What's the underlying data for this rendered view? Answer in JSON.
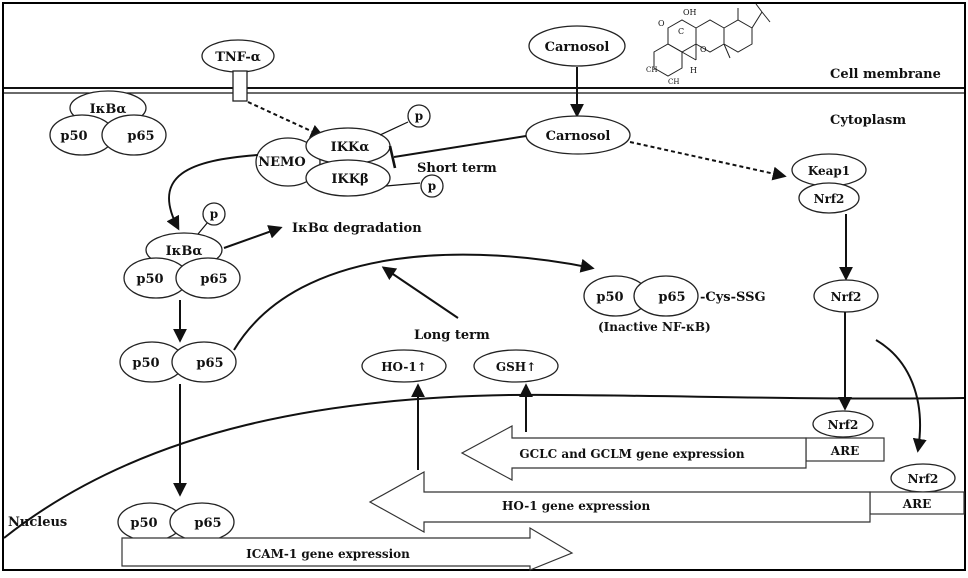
{
  "labels": {
    "tnf": "TNF-α",
    "carnosol_outside": "Carnosol",
    "carnosol_inside": "Carnosol",
    "cell_membrane": "Cell membrane",
    "cytoplasm": "Cytoplasm",
    "nucleus": "Nucleus",
    "ikba_1": "IκBα",
    "p50_1": "p50",
    "p65_1": "p65",
    "nemo": "NEMO",
    "ikka": "IKKα",
    "ikkb": "IKKβ",
    "p_ikka": "p",
    "p_ikkb": "p",
    "short_term": "Short term",
    "ikba_2": "IκBα",
    "p_ikba": "p",
    "p50_2": "p50",
    "p65_2": "p65",
    "ikba_degradation": "IκBα degradation",
    "p50_3": "p50",
    "p65_3": "p65",
    "p50_ssg": "p50",
    "p65_ssg": "p65",
    "cys_ssg": "-Cys-SSG",
    "inactive_nfkb": "(Inactive NF-κB)",
    "long_term": "Long term",
    "ho1_up": "HO-1↑",
    "gsh_up": "GSH↑",
    "keap1": "Keap1",
    "nrf2_keap": "Nrf2",
    "nrf2_free": "Nrf2",
    "nrf2_are1": "Nrf2",
    "are1": "ARE",
    "nrf2_are2": "Nrf2",
    "are2": "ARE",
    "gclc_expr": "GCLC and GCLM gene expression",
    "ho1_expr": "HO-1 gene expression",
    "p50_4": "p50",
    "p65_4": "p65",
    "icam_expr": "ICAM-1 gene expression",
    "struct_oh": "OH",
    "struct_o1": "O",
    "struct_c": "C",
    "struct_o2": "O",
    "struct_h": "H",
    "struct_ch3a": "CH",
    "struct_ch3b": "CH"
  },
  "colors": {
    "stroke": "#111111",
    "fill": "#ffffff",
    "border": "#000000"
  }
}
